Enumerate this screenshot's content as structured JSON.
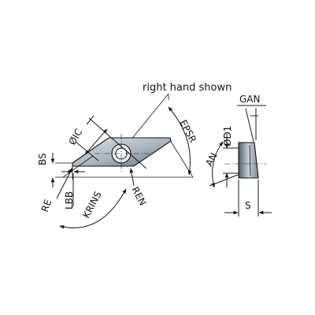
{
  "title": "right hand shown",
  "labels": {
    "gan": "GAN",
    "ic": "ØIC",
    "epsr": "EPSR",
    "an": "AN",
    "d1": "ØD1",
    "bs": "BS",
    "re": "RE",
    "lbb": "LBB",
    "krins": "KRINS",
    "ren": "REN",
    "s": "S"
  },
  "colors": {
    "insert_light": "#d8dde2",
    "insert_dark": "#6f7e88",
    "line": "#1a1a1a"
  }
}
